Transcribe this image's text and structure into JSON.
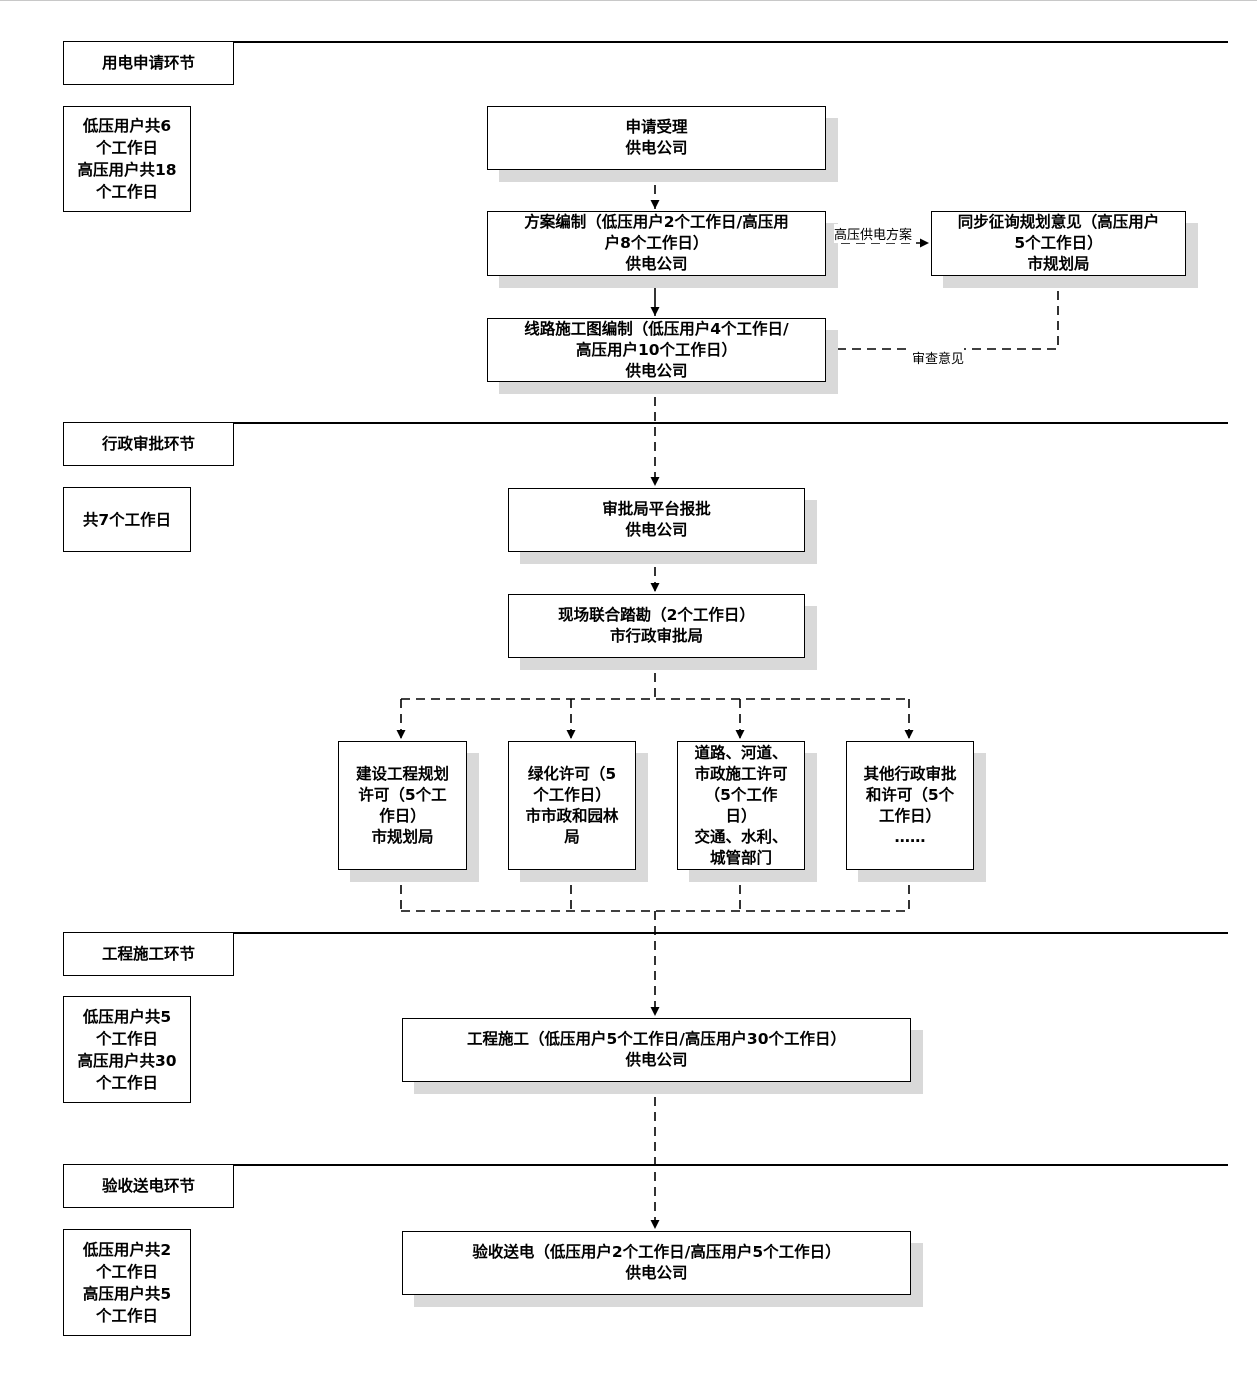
{
  "stages": {
    "application": {
      "title": "用电申请环节",
      "duration": [
        "低压用户共6",
        "个工作日",
        "高压用户共18",
        "个工作日"
      ]
    },
    "approval": {
      "title": "行政审批环节",
      "duration": [
        "共7个工作日"
      ]
    },
    "construction": {
      "title": "工程施工环节",
      "duration": [
        "低压用户共5",
        "个工作日",
        "高压用户共30",
        "个工作日"
      ]
    },
    "acceptance": {
      "title": "验收送电环节",
      "duration": [
        "低压用户共2",
        "个工作日",
        "高压用户共5",
        "个工作日"
      ]
    }
  },
  "steps": {
    "accept": [
      "申请受理",
      "供电公司"
    ],
    "plan": [
      "方案编制（低压用户2个工作日/高压用",
      "户8个工作日）",
      "供电公司"
    ],
    "consult": [
      "同步征询规划意见（高压用户",
      "5个工作日）",
      "市规划局"
    ],
    "drawing": [
      "线路施工图编制（低压用户4个工作日/",
      "高压用户10个工作日）",
      "供电公司"
    ],
    "submit": [
      "审批局平台报批",
      "供电公司"
    ],
    "survey": [
      "现场联合踏勘（2个工作日）",
      "市行政审批局"
    ],
    "permit_planning": [
      "建设工程规划",
      "许可（5个工",
      "作日）",
      "市规划局"
    ],
    "permit_green": [
      "绿化许可（5",
      "个工作日）",
      "市市政和园林",
      "局"
    ],
    "permit_road": [
      "道路、河道、",
      "市政施工许可",
      "（5个工作",
      "日）",
      "交通、水利、",
      "城管部门"
    ],
    "permit_other": [
      "其他行政审批",
      "和许可（5个",
      "工作日）",
      "……"
    ],
    "build": [
      "工程施工（低压用户5个工作日/高压用户30个工作日）",
      "供电公司"
    ],
    "power": [
      "验收送电（低压用户2个工作日/高压用户5个工作日）",
      "供电公司"
    ]
  },
  "edge_labels": {
    "hv_plan": "高压供电方案",
    "review": "审查意见"
  }
}
